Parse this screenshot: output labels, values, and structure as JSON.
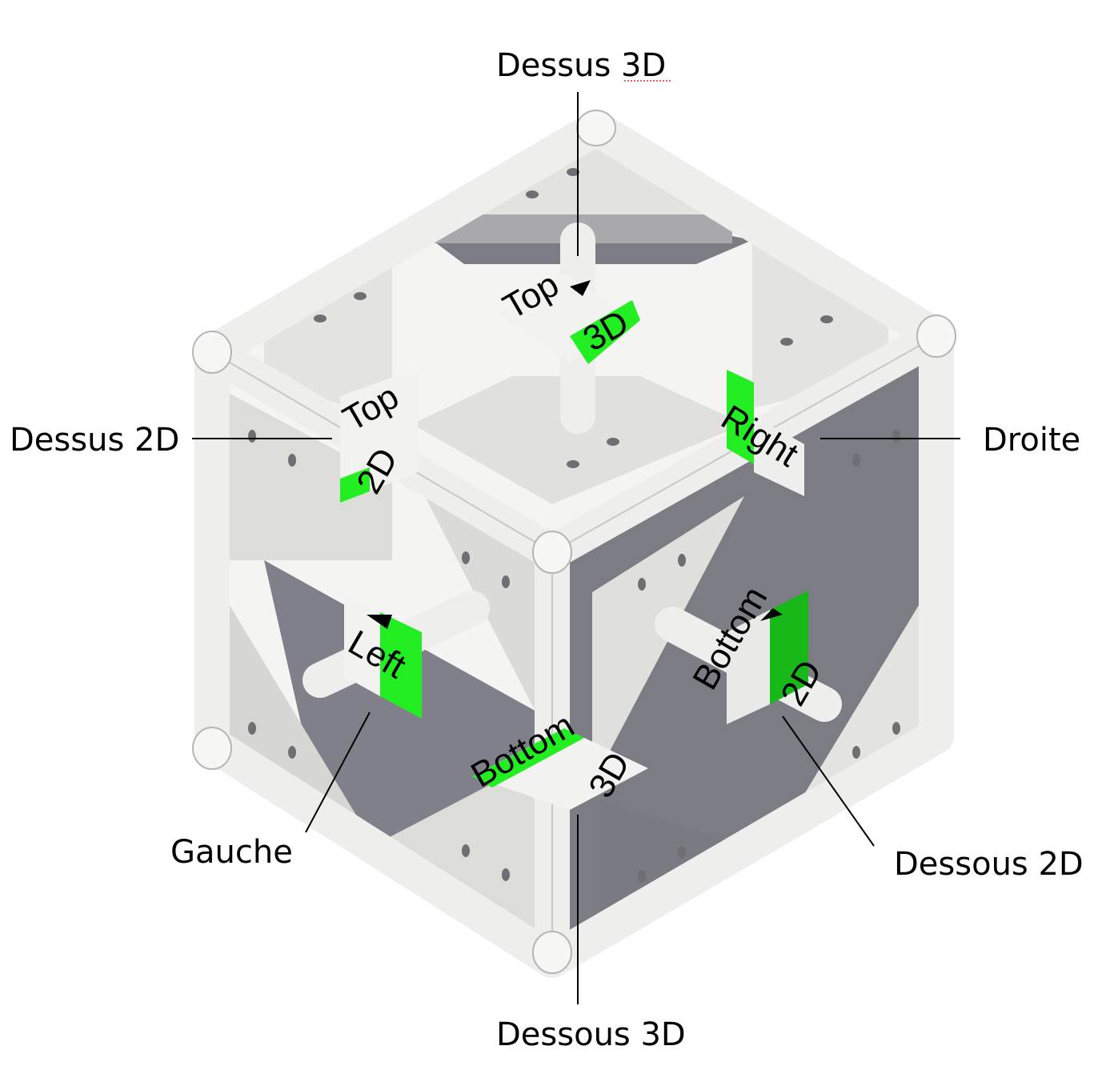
{
  "callouts": {
    "top_3d": "Dessus 3D",
    "top_2d": "Dessus 2D",
    "right": "Droite",
    "left": "Gauche",
    "bottom_2d": "Dessous 2D",
    "bottom_3d": "Dessous 3D"
  },
  "cube_tags": {
    "top_3d": [
      "Top",
      "3D"
    ],
    "top_2d": [
      "Top",
      "2D"
    ],
    "right": "Right",
    "left": "Left",
    "bottom_2d": [
      "Bottom",
      "2D"
    ],
    "bottom_3d": [
      "Bottom",
      "3D"
    ]
  },
  "colors": {
    "tag_green": "#22ee22",
    "frame": "#e6e6e4",
    "shadow": "#7d7d84"
  }
}
